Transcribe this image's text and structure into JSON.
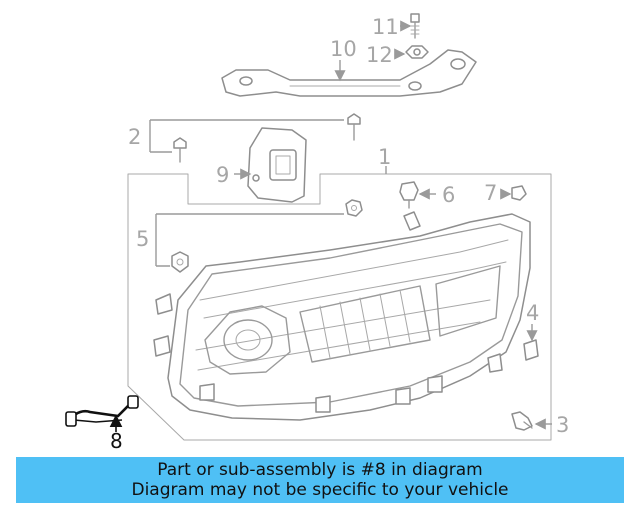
{
  "callouts": {
    "c1": "1",
    "c2": "2",
    "c3": "3",
    "c4": "4",
    "c5": "5",
    "c6": "6",
    "c7": "7",
    "c8": "8",
    "c9": "9",
    "c10": "10",
    "c11": "11",
    "c12": "12"
  },
  "highlighted_part": "8",
  "banner": {
    "line1": "Part or sub-assembly is #8 in diagram",
    "line2": "Diagram may not be specific to your vehicle"
  },
  "colors": {
    "banner_bg": "#4fc0f5",
    "callout_gray": "#a6a6a6",
    "highlight": "#111111"
  }
}
